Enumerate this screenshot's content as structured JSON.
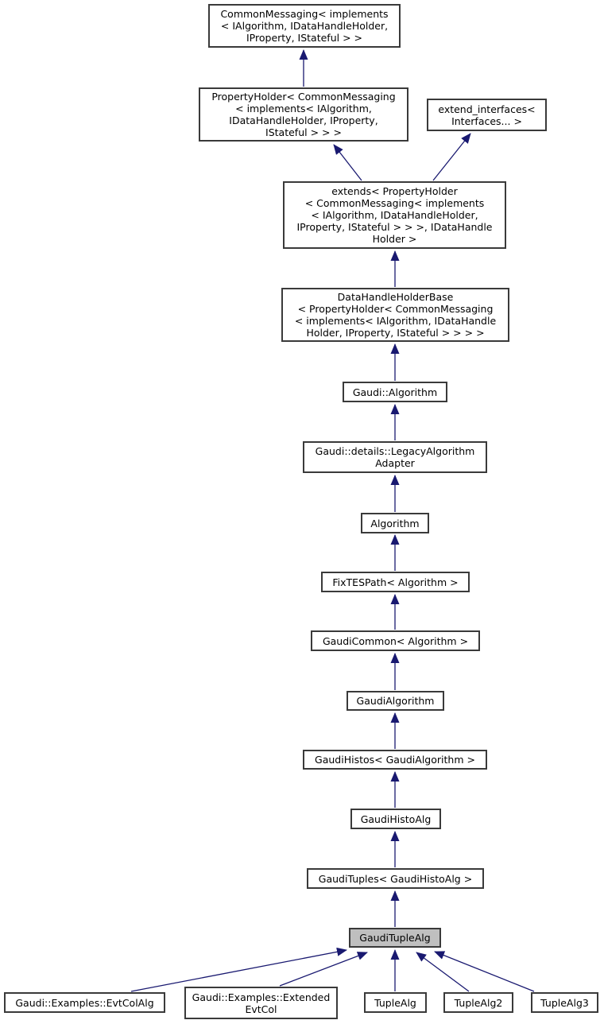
{
  "diagram": {
    "type": "class-inheritance-graph",
    "highlighted_node": "GaudiTupleAlg",
    "colors": {
      "background": "#ffffff",
      "node_fill": "#ffffff",
      "node_border": "#3a3a3a",
      "highlight_fill": "#bfbfbf",
      "arrow": "#191970",
      "text": "#000000"
    },
    "nodes": [
      {
        "id": "common-messaging",
        "label": "CommonMessaging< implements\n< IAlgorithm, IDataHandleHolder,\nIProperty, IStateful > >",
        "highlighted": false
      },
      {
        "id": "property-holder",
        "label": "PropertyHolder< CommonMessaging\n< implements< IAlgorithm,\nIDataHandleHolder, IProperty,\nIStateful > > >",
        "highlighted": false
      },
      {
        "id": "extend-interfaces",
        "label": "extend_interfaces<\nInterfaces... >",
        "highlighted": false
      },
      {
        "id": "extends",
        "label": "extends< PropertyHolder\n< CommonMessaging< implements\n< IAlgorithm, IDataHandleHolder,\nIProperty, IStateful > > >, IDataHandle\nHolder >",
        "highlighted": false
      },
      {
        "id": "data-handle-holder-base",
        "label": "DataHandleHolderBase\n< PropertyHolder< CommonMessaging\n< implements< IAlgorithm, IDataHandle\nHolder, IProperty, IStateful > > > >",
        "highlighted": false
      },
      {
        "id": "gaudi-ns-algorithm",
        "label": "Gaudi::Algorithm",
        "highlighted": false
      },
      {
        "id": "legacy-algorithm-adapter",
        "label": "Gaudi::details::LegacyAlgorithm\nAdapter",
        "highlighted": false
      },
      {
        "id": "algorithm",
        "label": "Algorithm",
        "highlighted": false
      },
      {
        "id": "fix-tes-path",
        "label": "FixTESPath< Algorithm >",
        "highlighted": false
      },
      {
        "id": "gaudi-common",
        "label": "GaudiCommon< Algorithm >",
        "highlighted": false
      },
      {
        "id": "gaudi-algorithm",
        "label": "GaudiAlgorithm",
        "highlighted": false
      },
      {
        "id": "gaudi-histos",
        "label": "GaudiHistos< GaudiAlgorithm >",
        "highlighted": false
      },
      {
        "id": "gaudi-histo-alg",
        "label": "GaudiHistoAlg",
        "highlighted": false
      },
      {
        "id": "gaudi-tuples",
        "label": "GaudiTuples< GaudiHistoAlg >",
        "highlighted": false
      },
      {
        "id": "gaudi-tuple-alg",
        "label": "GaudiTupleAlg",
        "highlighted": true
      },
      {
        "id": "evt-col-alg",
        "label": "Gaudi::Examples::EvtColAlg",
        "highlighted": false
      },
      {
        "id": "extended-evt-col",
        "label": "Gaudi::Examples::Extended\nEvtCol",
        "highlighted": false
      },
      {
        "id": "tuple-alg",
        "label": "TupleAlg",
        "highlighted": false
      },
      {
        "id": "tuple-alg2",
        "label": "TupleAlg2",
        "highlighted": false
      },
      {
        "id": "tuple-alg3",
        "label": "TupleAlg3",
        "highlighted": false
      }
    ],
    "edges": [
      {
        "from": "property-holder",
        "to": "common-messaging"
      },
      {
        "from": "extends",
        "to": "property-holder"
      },
      {
        "from": "extends",
        "to": "extend-interfaces"
      },
      {
        "from": "data-handle-holder-base",
        "to": "extends"
      },
      {
        "from": "gaudi-ns-algorithm",
        "to": "data-handle-holder-base"
      },
      {
        "from": "legacy-algorithm-adapter",
        "to": "gaudi-ns-algorithm"
      },
      {
        "from": "algorithm",
        "to": "legacy-algorithm-adapter"
      },
      {
        "from": "fix-tes-path",
        "to": "algorithm"
      },
      {
        "from": "gaudi-common",
        "to": "fix-tes-path"
      },
      {
        "from": "gaudi-algorithm",
        "to": "gaudi-common"
      },
      {
        "from": "gaudi-histos",
        "to": "gaudi-algorithm"
      },
      {
        "from": "gaudi-histo-alg",
        "to": "gaudi-histos"
      },
      {
        "from": "gaudi-tuples",
        "to": "gaudi-histo-alg"
      },
      {
        "from": "gaudi-tuple-alg",
        "to": "gaudi-tuples"
      },
      {
        "from": "evt-col-alg",
        "to": "gaudi-tuple-alg"
      },
      {
        "from": "extended-evt-col",
        "to": "gaudi-tuple-alg"
      },
      {
        "from": "tuple-alg",
        "to": "gaudi-tuple-alg"
      },
      {
        "from": "tuple-alg2",
        "to": "gaudi-tuple-alg"
      },
      {
        "from": "tuple-alg3",
        "to": "gaudi-tuple-alg"
      }
    ]
  }
}
